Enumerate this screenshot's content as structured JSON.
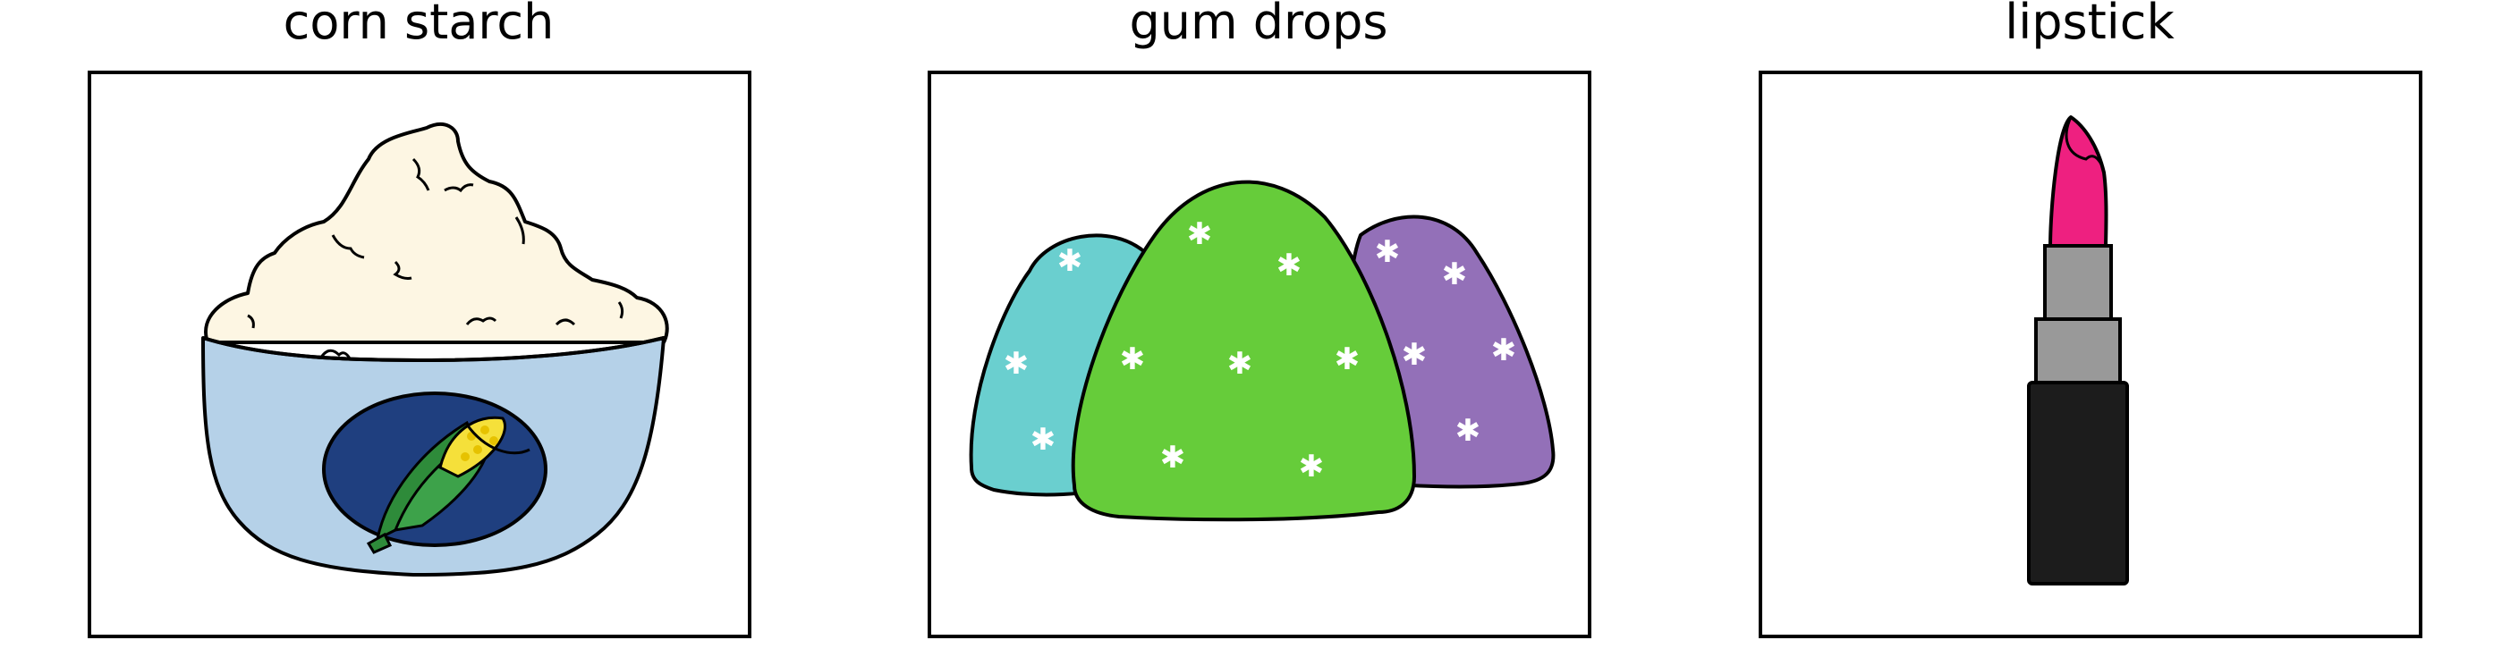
{
  "cards": [
    {
      "label": "corn starch",
      "icon": "corn-starch-bowl",
      "colors": {
        "powder": "#FDF6E3",
        "bowl": "#B5D1E8",
        "badge": "#1F3F7F",
        "husk": "#2E8B3A",
        "kernels": "#F5E03A"
      }
    },
    {
      "label": "gum drops",
      "icon": "gum-drops",
      "colors": {
        "teal": "#6ACFCF",
        "green": "#66CC3A",
        "purple": "#9370B8",
        "sugar": "#FFFFFF"
      }
    },
    {
      "label": "lipstick",
      "icon": "lipstick",
      "colors": {
        "bullet": "#EE2080",
        "band": "#999999",
        "base": "#1C1C1C"
      }
    }
  ]
}
